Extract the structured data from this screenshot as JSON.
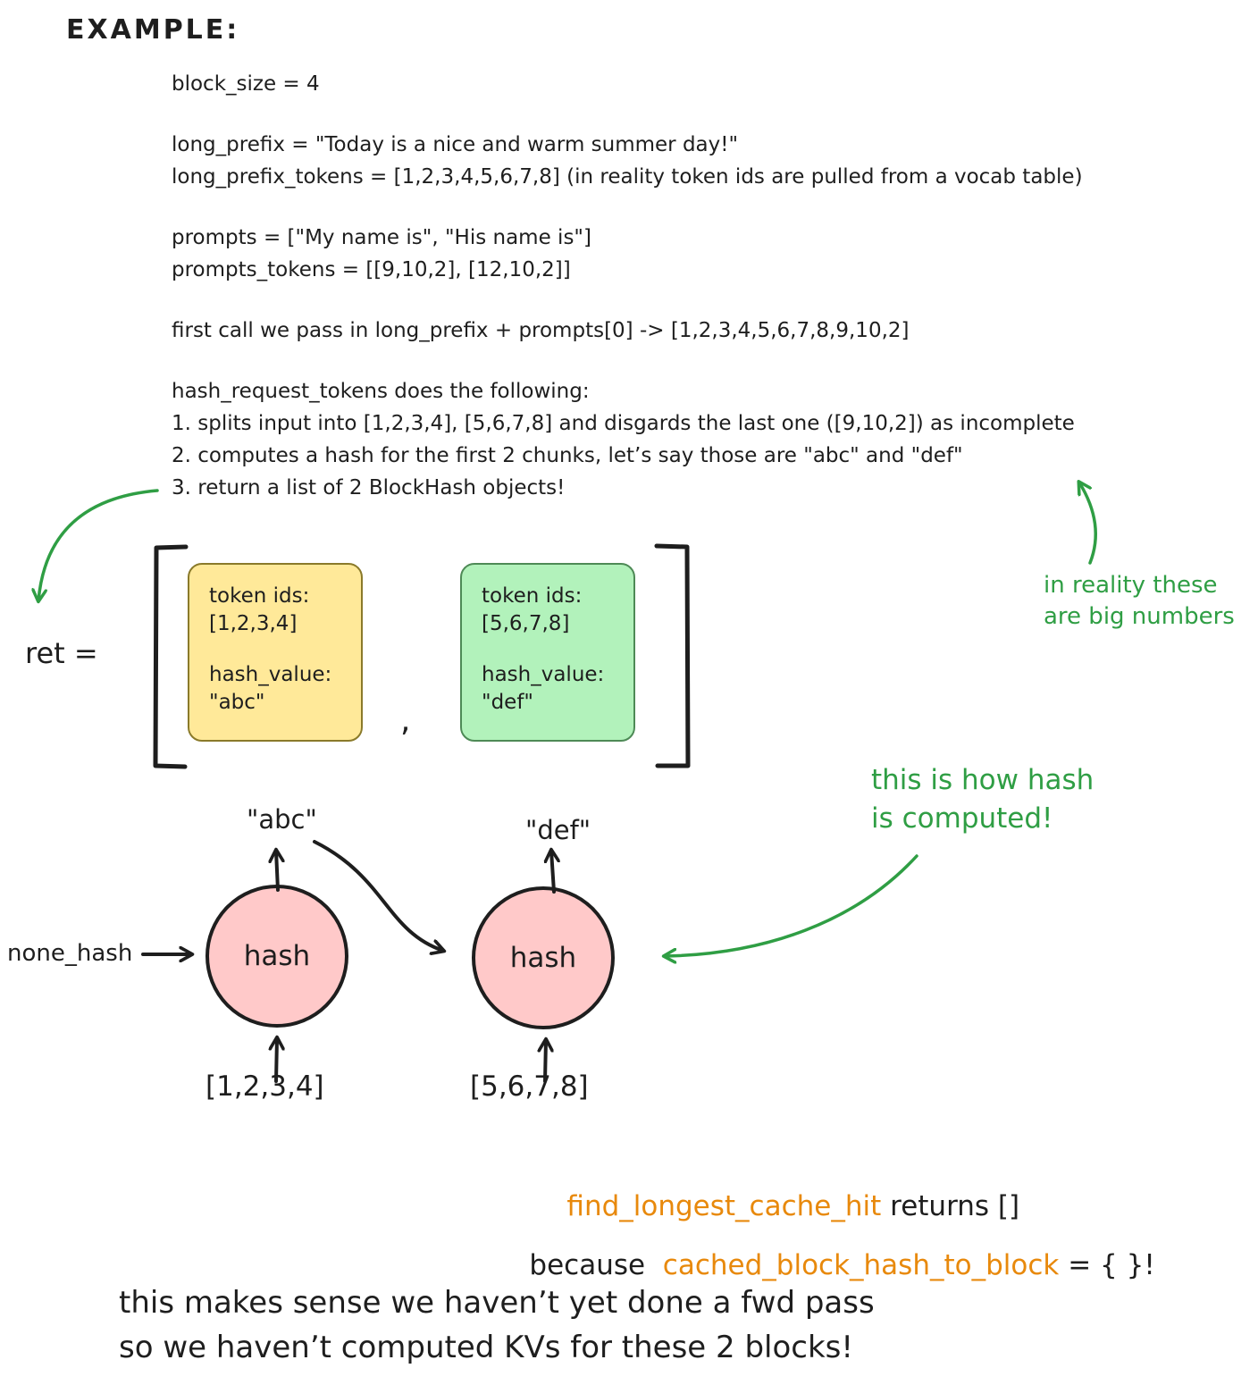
{
  "title": "EXAMPLE:",
  "code": {
    "lines": [
      "block_size = 4",
      "long_prefix = \"Today is a nice and warm summer day!\"",
      "long_prefix_tokens = [1,2,3,4,5,6,7,8] (in reality token ids are pulled from a vocab table)",
      "prompts = [\"My name is\", \"His name is\"]",
      "prompts_tokens = [[9,10,2], [12,10,2]]",
      "first call we pass in long_prefix + prompts[0] -> [1,2,3,4,5,6,7,8,9,10,2]",
      "hash_request_tokens does the following:",
      "1. splits input into [1,2,3,4], [5,6,7,8] and disgards the last one ([9,10,2]) as incomplete",
      "2. computes a hash for the first 2 chunks, let’s say those are \"abc\" and \"def\"",
      "3. return a list of 2 BlockHash objects!"
    ]
  },
  "ret_label": "ret =",
  "comma": ",",
  "blocks": [
    {
      "field1": "token ids:",
      "value1": "[1,2,3,4]",
      "field2": "hash_value:",
      "value2": "\"abc\""
    },
    {
      "field1": "token ids:",
      "value1": "[5,6,7,8]",
      "field2": "hash_value:",
      "value2": "\"def\""
    }
  ],
  "annotations": {
    "big_numbers_line1": "in reality these",
    "big_numbers_line2": "are big numbers",
    "hash_line1": "this is how hash",
    "hash_line2": "is computed!"
  },
  "diagram": {
    "abc": "\"abc\"",
    "def": "\"def\"",
    "hash1": "hash",
    "hash2": "hash",
    "none_hash": "none_hash",
    "tokens1": "[1,2,3,4]",
    "tokens2": "[5,6,7,8]"
  },
  "bottom": {
    "find_fn": "find_longest_cache_hit",
    "find_rest": " returns []",
    "because": "because  ",
    "cached_var": "cached_block_hash_to_block",
    "cached_rest": " = { }!",
    "note1": "this makes sense we haven’t yet done a fwd pass",
    "note2": "so we haven’t computed KVs for these 2 blocks!"
  },
  "colors": {
    "ink": "#1e1e1e",
    "green": "#2f9e44",
    "orange": "#e8890c",
    "yellow_fill": "#ffe999",
    "green_fill": "#b2f2bb",
    "pink_fill": "#ffc9c9"
  }
}
